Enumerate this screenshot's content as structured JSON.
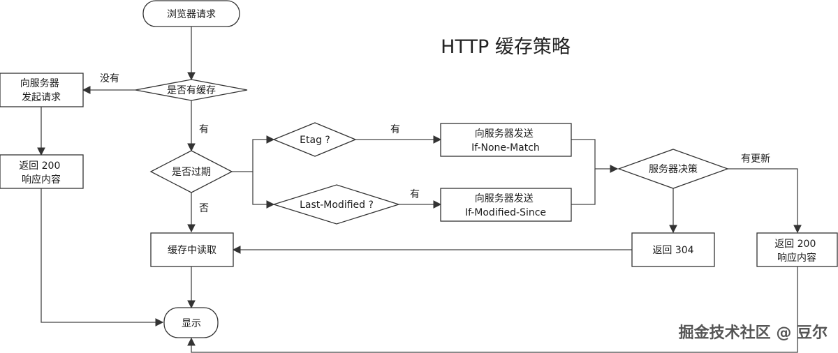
{
  "title": "HTTP 缓存策略",
  "watermark": "掘金技术社区 @ 豆尔",
  "nodes": {
    "start": [
      "浏览器请求"
    ],
    "has_cache": [
      "是否有缓存"
    ],
    "request_server": [
      "向服务器",
      "发起请求"
    ],
    "return_200_left": [
      "返回 200",
      "响应内容"
    ],
    "expired": [
      "是否过期"
    ],
    "etag": [
      "Etag ?"
    ],
    "last_modified": [
      "Last-Modified ?"
    ],
    "send_if_none_match": [
      "向服务器发送",
      "If-None-Match"
    ],
    "send_if_modified_since": [
      "向服务器发送",
      "If-Modified-Since"
    ],
    "server_decision": [
      "服务器决策"
    ],
    "read_cache": [
      "缓存中读取"
    ],
    "return_304": [
      "返回 304"
    ],
    "return_200_right": [
      "返回 200",
      "响应内容"
    ],
    "display": [
      "显示"
    ]
  },
  "edge_labels": {
    "no_cache": "没有",
    "has_cache_yes": "有",
    "not_expired": "否",
    "etag_yes": "有",
    "last_modified_yes": "有",
    "updated": "有更新"
  }
}
